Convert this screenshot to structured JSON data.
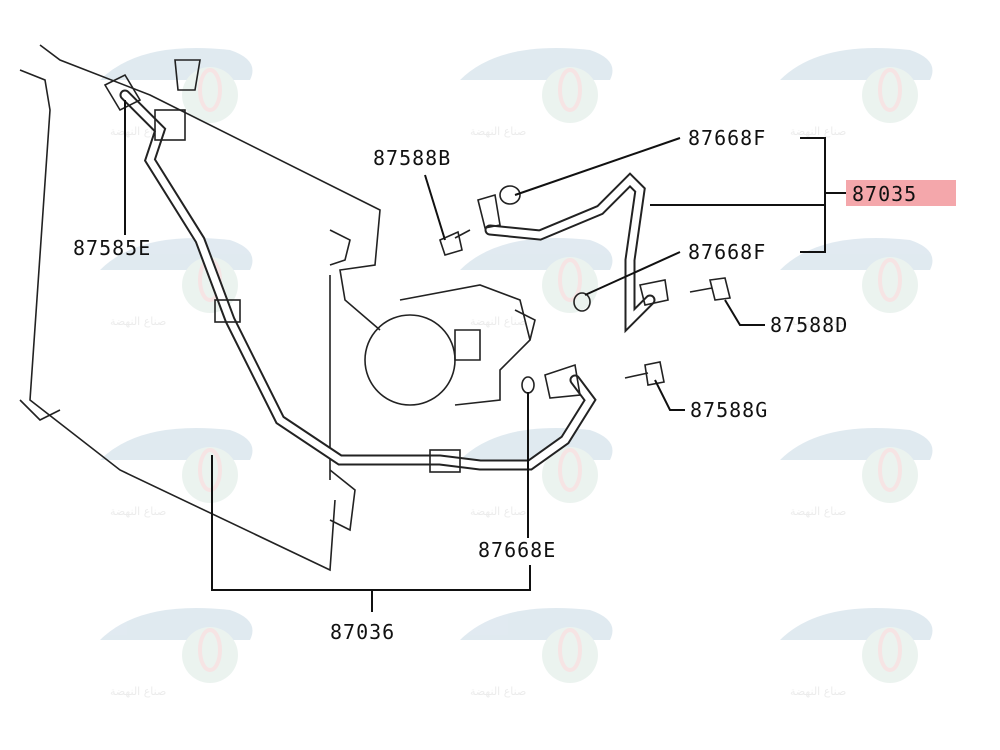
{
  "diagram": {
    "highlight_color": "#f4a7ab",
    "labels": {
      "p87668F_top": "87668F",
      "p87035": "87035",
      "p87588B": "87588B",
      "p87585E": "87585E",
      "p87668F_bottom": "87668F",
      "p87588D": "87588D",
      "p87588G": "87588G",
      "p87668E": "87668E",
      "p87036": "87036"
    }
  },
  "watermark": {
    "text": "صناع النهضة"
  }
}
